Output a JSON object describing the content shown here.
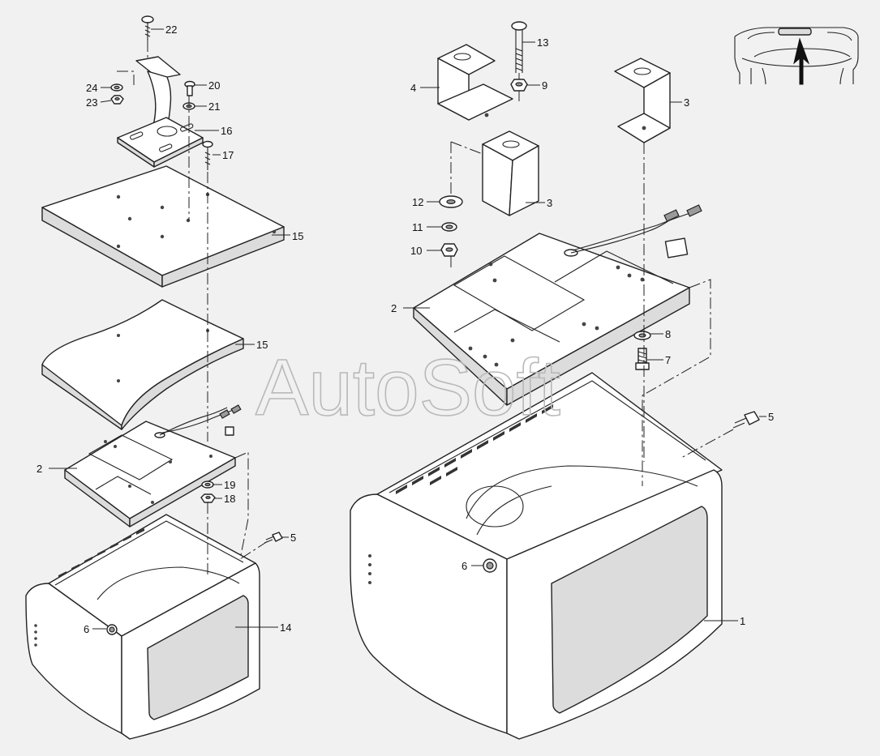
{
  "watermark": "AutoSoft",
  "callouts": {
    "c1": "1",
    "c2a": "2",
    "c2b": "2",
    "c3a": "3",
    "c3b": "3",
    "c4": "4",
    "c5a": "5",
    "c5b": "5",
    "c6a": "6",
    "c6b": "6",
    "c7": "7",
    "c8": "8",
    "c9": "9",
    "c10": "10",
    "c11": "11",
    "c12": "12",
    "c13": "13",
    "c14": "14",
    "c15a": "15",
    "c15b": "15",
    "c16": "16",
    "c17": "17",
    "c18": "18",
    "c19": "19",
    "c20": "20",
    "c21": "21",
    "c22": "22",
    "c23": "23",
    "c24": "24"
  }
}
